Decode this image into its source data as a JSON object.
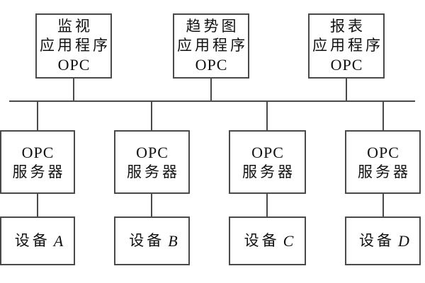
{
  "diagram": {
    "type": "opc-architecture-block-diagram",
    "colors": {
      "background": "#ffffff",
      "line": "#4a4a4a",
      "border": "#4a4a4a",
      "text": "#111111"
    },
    "top_apps": [
      {
        "lines": [
          "监视",
          "应用程序",
          "OPC"
        ]
      },
      {
        "lines": [
          "趋势图",
          "应用程序",
          "OPC"
        ]
      },
      {
        "lines": [
          "报表",
          "应用程序",
          "OPC"
        ]
      }
    ],
    "servers": [
      {
        "line1": "OPC",
        "line2": "服务器"
      },
      {
        "line1": "OPC",
        "line2": "服务器"
      },
      {
        "line1": "OPC",
        "line2": "服务器"
      },
      {
        "line1": "OPC",
        "line2": "服务器"
      }
    ],
    "devices": [
      {
        "prefix": "设备",
        "letter": "A"
      },
      {
        "prefix": "设备",
        "letter": "B"
      },
      {
        "prefix": "设备",
        "letter": "C"
      },
      {
        "prefix": "设备",
        "letter": "D"
      }
    ]
  }
}
